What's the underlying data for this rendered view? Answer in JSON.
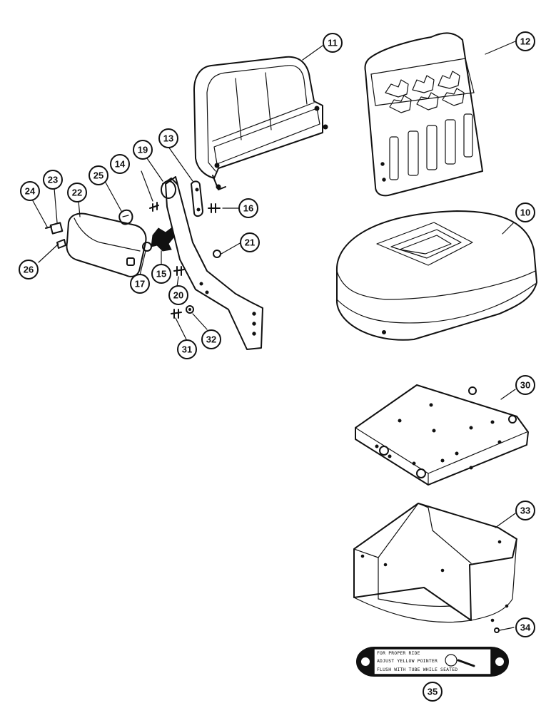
{
  "callouts": [
    {
      "id": "c11",
      "label": "11"
    },
    {
      "id": "c12",
      "label": "12"
    },
    {
      "id": "c13",
      "label": "13"
    },
    {
      "id": "c14",
      "label": "14"
    },
    {
      "id": "c19",
      "label": "19"
    },
    {
      "id": "c25",
      "label": "25"
    },
    {
      "id": "c22",
      "label": "22"
    },
    {
      "id": "c23",
      "label": "23"
    },
    {
      "id": "c24",
      "label": "24"
    },
    {
      "id": "c16",
      "label": "16"
    },
    {
      "id": "c10",
      "label": "10"
    },
    {
      "id": "c21",
      "label": "21"
    },
    {
      "id": "c26",
      "label": "26"
    },
    {
      "id": "c15",
      "label": "15"
    },
    {
      "id": "c17",
      "label": "17"
    },
    {
      "id": "c20",
      "label": "20"
    },
    {
      "id": "c32",
      "label": "32"
    },
    {
      "id": "c31",
      "label": "31"
    },
    {
      "id": "c30",
      "label": "30"
    },
    {
      "id": "c33",
      "label": "33"
    },
    {
      "id": "c34",
      "label": "34"
    },
    {
      "id": "c35",
      "label": "35"
    }
  ],
  "decal": {
    "line1": "FOR PROPER RIDE",
    "line2": "ADJUST YELLOW POINTER",
    "line3": "FLUSH WITH TUBE WHILE SEATED"
  }
}
